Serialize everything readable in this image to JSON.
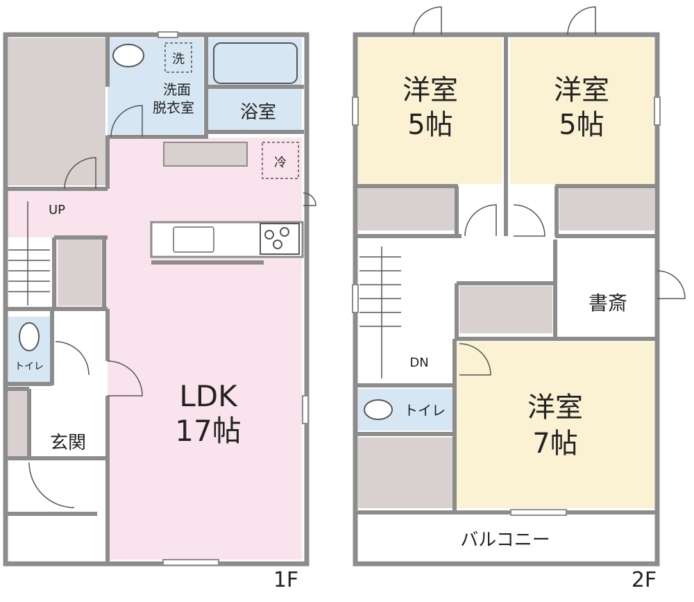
{
  "colors": {
    "wall": "#8c8c8c",
    "ldk": "#f9e3ec",
    "western": "#fbf1d3",
    "wet": "#d6e6f3",
    "storage": "#d8d1cf",
    "floor": "#ffffff",
    "text": "#222222"
  },
  "floor1": {
    "label": "1F",
    "rooms": {
      "ldk": {
        "name": "LDK",
        "size": "17帖"
      },
      "washroom": {
        "line1": "洗面",
        "line2": "脱衣室"
      },
      "bath": {
        "name": "浴室"
      },
      "toilet": {
        "name": "トイレ"
      },
      "entrance": {
        "name": "玄関"
      }
    },
    "fixtures": {
      "washer": "洗",
      "fridge": "冷",
      "stairs": "UP"
    }
  },
  "floor2": {
    "label": "2F",
    "rooms": {
      "bedroom_left": {
        "name": "洋室",
        "size": "5帖"
      },
      "bedroom_right": {
        "name": "洋室",
        "size": "5帖"
      },
      "study": {
        "name": "書斎"
      },
      "bedroom_large": {
        "name": "洋室",
        "size": "7帖"
      },
      "toilet": {
        "name": "トイレ"
      },
      "balcony": {
        "name": "バルコニー"
      }
    },
    "fixtures": {
      "stairs": "DN"
    }
  }
}
